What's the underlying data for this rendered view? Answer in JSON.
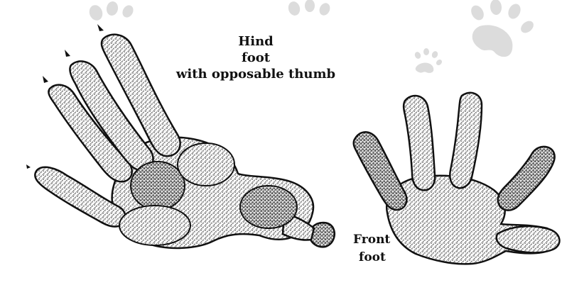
{
  "hind_label": {
    "line1": "Hind",
    "line2": "foot",
    "line3": "with opposable thumb"
  },
  "front_label": {
    "line1": "Front",
    "line2": "foot"
  },
  "colors": {
    "ink": "#111111",
    "paw_watermark": "#d9d9d9",
    "paper": "#ffffff",
    "shading": "#555555"
  }
}
